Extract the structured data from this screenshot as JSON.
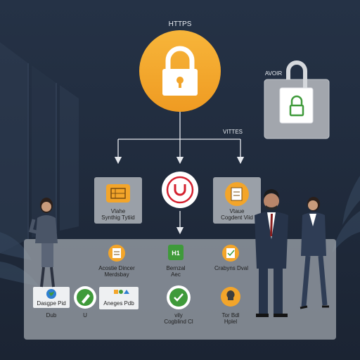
{
  "top_label": "HTTPS",
  "secondary_label": "VITTES",
  "side_lock_label": "AVOIR",
  "colors": {
    "background": "#1f2a3a",
    "accent_orange": "#f3a52a",
    "panel": "#9aa0a8",
    "red_logo": "#d4212f",
    "green": "#3f9a3a"
  },
  "top_nodes": [
    {
      "label1": "Vlahe",
      "label2": "Synthig Tytiid",
      "icon": "orange-grid-icon"
    },
    {
      "label1": "",
      "label2": "",
      "icon": "red-u-logo-icon"
    },
    {
      "label1": "Vtaue",
      "label2": "Cogdent Viid",
      "icon": "orange-document-icon"
    }
  ],
  "panel_items": [
    {
      "label1": "Acostie Dincer",
      "label2": "Merdsbay",
      "icon": "orange-list-icon"
    },
    {
      "label1": "Bernzal",
      "label2": "Aec",
      "icon": "green-h1-icon",
      "badge": "H1"
    },
    {
      "label1": "Crabyns Dval",
      "label2": "",
      "icon": "orange-checklist-icon"
    },
    {
      "label1": "Dasgpe Pid",
      "label2": "Dub",
      "icon": "globe-icon"
    },
    {
      "label1": "U",
      "label2": "",
      "icon": "green-pencil-icon"
    },
    {
      "label1": "Aneges Pdb",
      "label2": "",
      "icon": "colorful-shapes-icon"
    },
    {
      "label1": "vily",
      "label2": "Cogblind Cl",
      "icon": "green-check-icon"
    },
    {
      "label1": "Tor Bdl",
      "label2": "Hplel",
      "icon": "orange-lightbulb-icon"
    }
  ]
}
